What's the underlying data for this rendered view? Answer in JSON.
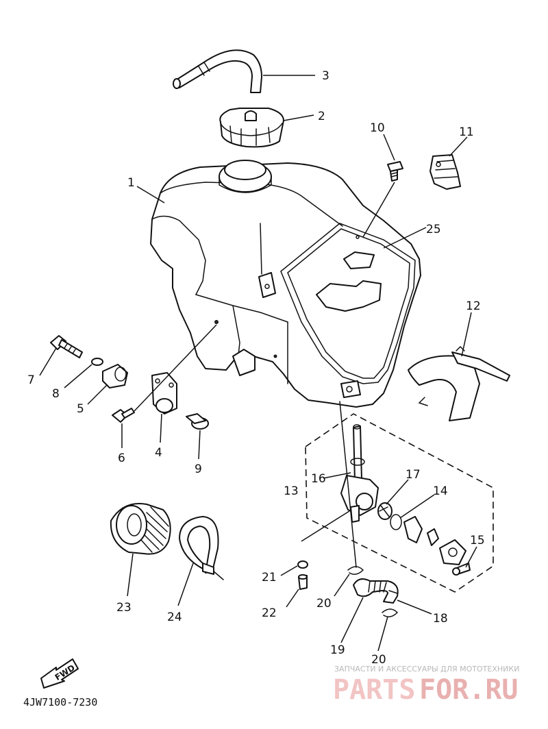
{
  "diagram": {
    "callouts": [
      {
        "id": "1",
        "text": "1"
      },
      {
        "id": "2",
        "text": "2"
      },
      {
        "id": "3",
        "text": "3"
      },
      {
        "id": "4",
        "text": "4"
      },
      {
        "id": "5",
        "text": "5"
      },
      {
        "id": "6",
        "text": "6"
      },
      {
        "id": "7",
        "text": "7"
      },
      {
        "id": "8",
        "text": "8"
      },
      {
        "id": "9",
        "text": "9"
      },
      {
        "id": "10",
        "text": "10"
      },
      {
        "id": "11",
        "text": "11"
      },
      {
        "id": "12",
        "text": "12"
      },
      {
        "id": "13",
        "text": "13"
      },
      {
        "id": "14",
        "text": "14"
      },
      {
        "id": "15",
        "text": "15"
      },
      {
        "id": "16",
        "text": "16"
      },
      {
        "id": "17",
        "text": "17"
      },
      {
        "id": "18",
        "text": "18"
      },
      {
        "id": "19",
        "text": "19"
      },
      {
        "id": "20a",
        "text": "20"
      },
      {
        "id": "20b",
        "text": "20"
      },
      {
        "id": "21",
        "text": "21"
      },
      {
        "id": "22",
        "text": "22"
      },
      {
        "id": "23",
        "text": "23"
      },
      {
        "id": "24",
        "text": "24"
      },
      {
        "id": "25",
        "text": "25"
      }
    ],
    "fwd_label": "FWD",
    "drawing_code": "4JW7100-7230"
  },
  "watermark": {
    "tagline": "ЗАПЧАСТИ И АКСЕССУАРЫ ДЛЯ МОТОТЕХНИКИ",
    "brand_part1": "PARTS",
    "brand_part2": "FOR.RU",
    "color": "#e9b0b0"
  }
}
